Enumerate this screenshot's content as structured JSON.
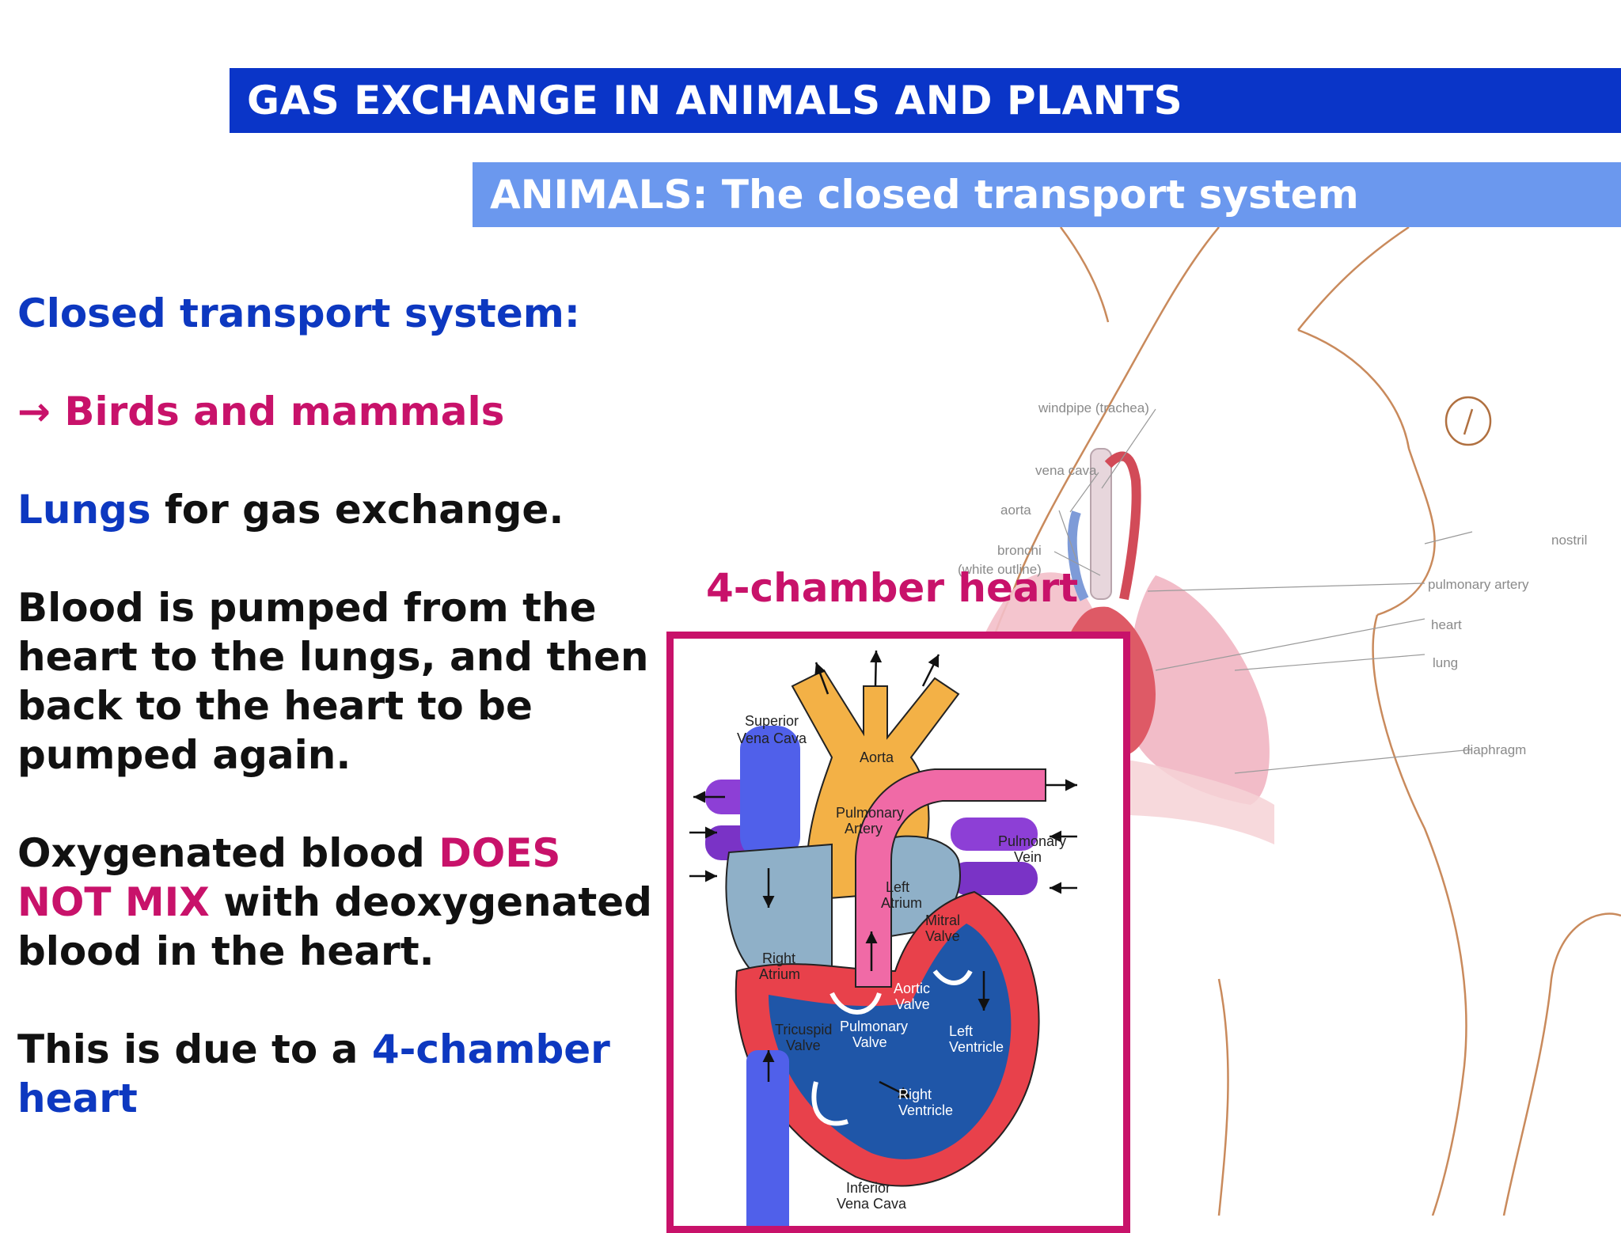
{
  "header": {
    "title": "GAS EXCHANGE IN ANIMALS AND PLANTS",
    "subtitle": "ANIMALS: The closed transport system"
  },
  "content": {
    "heading": "Closed transport system:",
    "arrow": "→",
    "examples": "Birds and mammals",
    "lungs_word": "Lungs",
    "lungs_rest": " for gas exchange.",
    "blood_flow": "Blood is pumped from the heart to the lungs, and then back to the heart to be pumped again.",
    "mix_part1": "Oxygenated blood ",
    "mix_highlight": "DOES NOT MIX",
    "mix_part2": " with deoxygenated blood in the heart.",
    "due_part1": "This is due to a ",
    "due_highlight": "4-chamber heart"
  },
  "heart_diagram": {
    "caption": "4-chamber heart",
    "labels": {
      "superior_vena_cava_1": "Superior",
      "superior_vena_cava_2": "Vena Cava",
      "aorta": "Aorta",
      "pulmonary_artery_1": "Pulmonary",
      "pulmonary_artery_2": "Artery",
      "pulmonary_vein_1": "Pulmonary",
      "pulmonary_vein_2": "Vein",
      "left_atrium_1": "Left",
      "left_atrium_2": "Atrium",
      "mitral_valve_1": "Mitral",
      "mitral_valve_2": "Valve",
      "right_atrium_1": "Right",
      "right_atrium_2": "Atrium",
      "aortic_valve_1": "Aortic",
      "aortic_valve_2": "Valve",
      "tricuspid_valve_1": "Tricuspid",
      "tricuspid_valve_2": "Valve",
      "pulmonary_valve_1": "Pulmonary",
      "pulmonary_valve_2": "Valve",
      "left_ventricle_1": "Left",
      "left_ventricle_2": "Ventricle",
      "right_ventricle_1": "Right",
      "right_ventricle_2": "Ventricle",
      "inferior_vena_cava_1": "Inferior",
      "inferior_vena_cava_2": "Vena Cava"
    }
  },
  "cat_diagram": {
    "labels": {
      "windpipe": "windpipe (trachea)",
      "vena_cava": "vena cava",
      "aorta": "aorta",
      "bronchi": "bronchi",
      "white_outline": "(white outline)",
      "nostril": "nostril",
      "pulmonary_artery": "pulmonary artery",
      "heart": "heart",
      "lung": "lung",
      "diaphragm": "diaphragm"
    }
  },
  "colors": {
    "banner_main": "#0a35c8",
    "banner_sub": "#6b98ee",
    "blue_text": "#0d38c0",
    "magenta_text": "#c8126a"
  }
}
